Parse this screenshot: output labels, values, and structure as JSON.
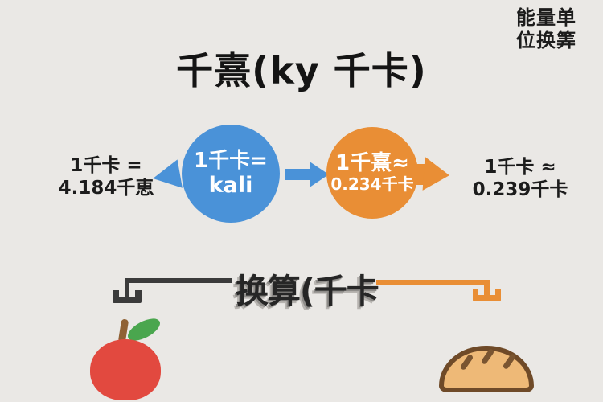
{
  "meta": {
    "background": "#eae8e5"
  },
  "corner_note": {
    "line1": "能量单",
    "line2": "位换筭"
  },
  "title": "千熹(ky 千卡)",
  "conversion": {
    "left_label": {
      "line1": "1千卡 =",
      "line2": "4.184千恵"
    },
    "kcal_circle": {
      "line1": "1千卡=",
      "line2": "kali",
      "color": "#4a92d8"
    },
    "kj_circle": {
      "line1": "1千熹≈",
      "line2": "0.234千卡",
      "color": "#e98e35"
    },
    "right_label": {
      "line1": "1千卡 ≈",
      "line2": "0.239千卡"
    }
  },
  "caption": {
    "text": "换算(千卡"
  },
  "connectors": {
    "left_color": "#3b3b3b",
    "right_color": "#e98e35"
  },
  "illustration": {
    "apple": {
      "name": "apple",
      "body_color": "#e2493f",
      "leaf_color": "#4aa64e",
      "stem_color": "#8f6134"
    },
    "bread": {
      "name": "bread",
      "fill_color": "#eeb977",
      "outline_color": "#6f4a28"
    }
  }
}
